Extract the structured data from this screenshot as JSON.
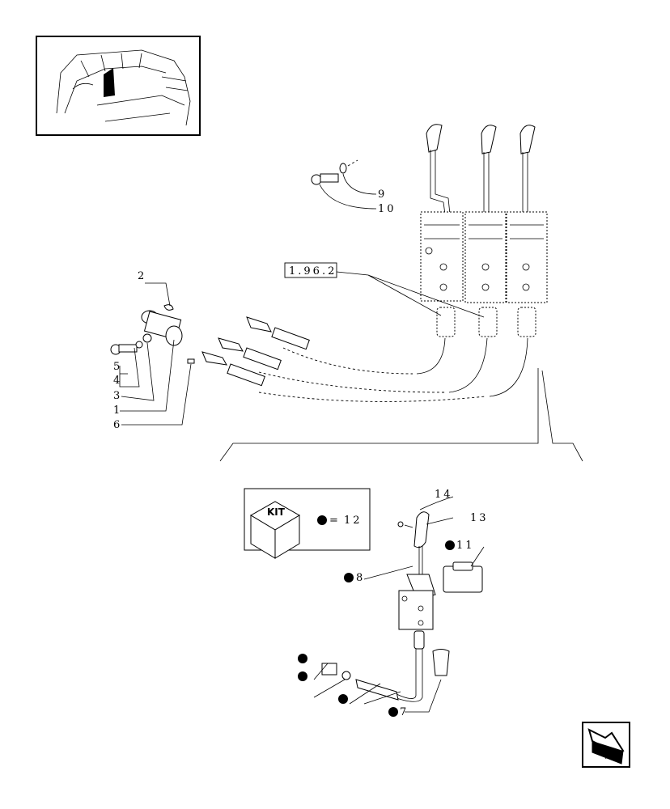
{
  "thumbnail": {
    "icon": "tractor-cab-view"
  },
  "ref_label": "1.96.2",
  "kit": {
    "badge": "KIT",
    "equals": "=",
    "number": "12"
  },
  "callouts": [
    {
      "name": "callout-2",
      "text": "2"
    },
    {
      "name": "callout-5",
      "text": "5"
    },
    {
      "name": "callout-4",
      "text": "4"
    },
    {
      "name": "callout-3",
      "text": "3"
    },
    {
      "name": "callout-1",
      "text": "1"
    },
    {
      "name": "callout-6",
      "text": "6"
    },
    {
      "name": "callout-9",
      "text": "9"
    },
    {
      "name": "callout-10",
      "text": "10"
    },
    {
      "name": "callout-14",
      "text": "14"
    },
    {
      "name": "callout-13",
      "text": "13"
    },
    {
      "name": "callout-11",
      "text": "11"
    },
    {
      "name": "callout-8",
      "text": "8"
    },
    {
      "name": "callout-7",
      "text": "7"
    }
  ],
  "nav": {
    "icon": "next-page-arrow-icon"
  }
}
